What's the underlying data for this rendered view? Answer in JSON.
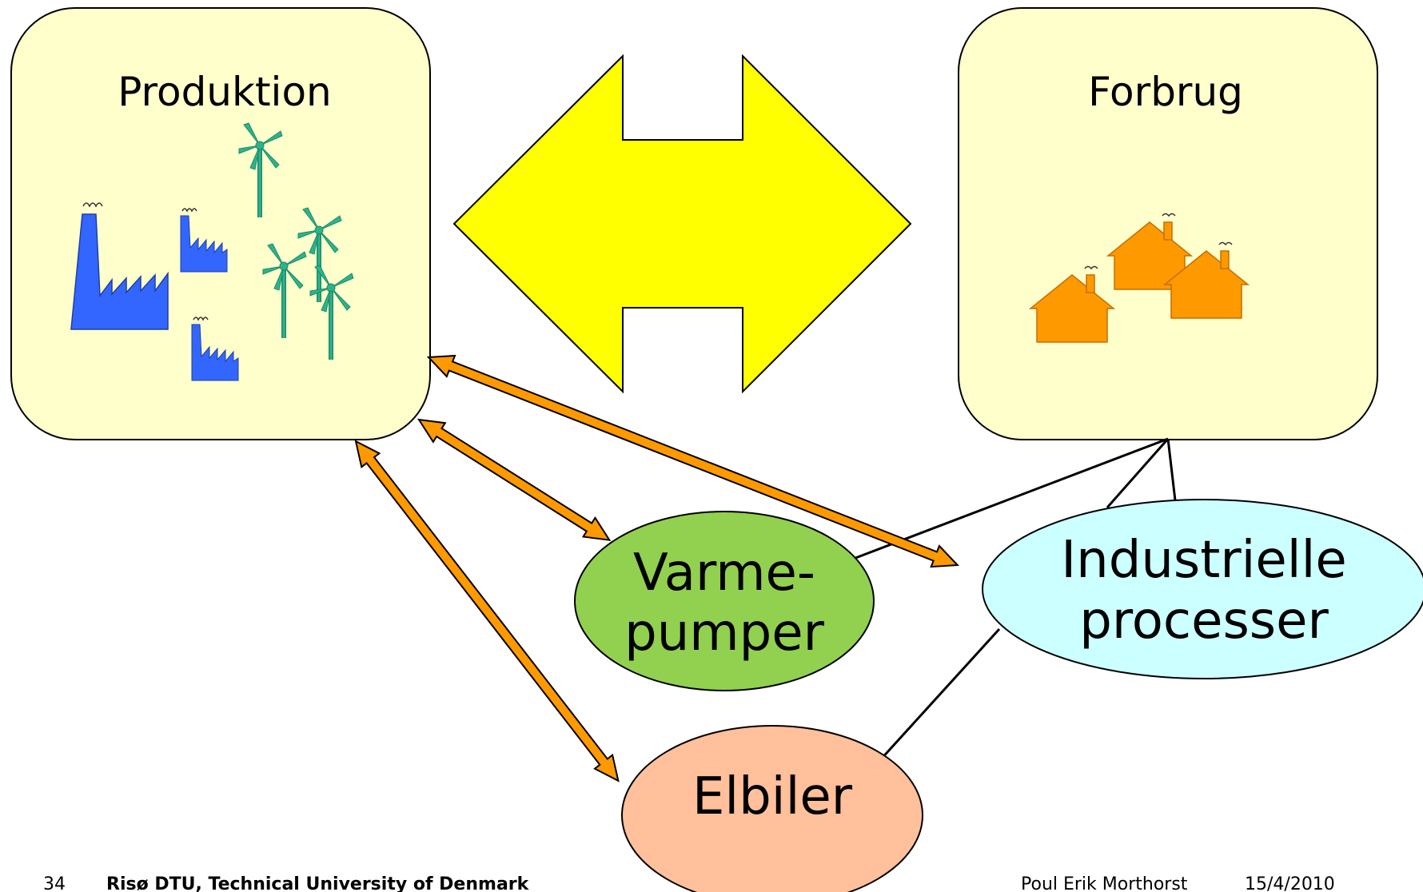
{
  "diagram": {
    "production": {
      "title": "Produktion"
    },
    "consumption": {
      "title": "Forbrug"
    },
    "nodes": [
      {
        "key": "heat_pumps",
        "line1": "Varme-",
        "line2": "pumper",
        "color": "#92d050"
      },
      {
        "key": "industrial",
        "line1": "Industrielle",
        "line2": "processer",
        "color": "#ccffff"
      },
      {
        "key": "ev",
        "line1": "Elbiler",
        "line2": "",
        "color": "#ffc09b"
      }
    ],
    "colors": {
      "box_fill": "#ffffcc",
      "big_arrow": "#ffff00",
      "small_arrows": "#ff9900",
      "factories": "#3366ff",
      "turbines": "#2db38a",
      "houses": "#ff9900"
    },
    "icons": [
      "factory-icon",
      "wind-turbine-icon",
      "house-icon"
    ]
  },
  "footer": {
    "slide_number": "34",
    "organization": "Risø DTU, Technical University of Denmark",
    "author": "Poul Erik Morthorst",
    "date": "15/4/2010"
  }
}
